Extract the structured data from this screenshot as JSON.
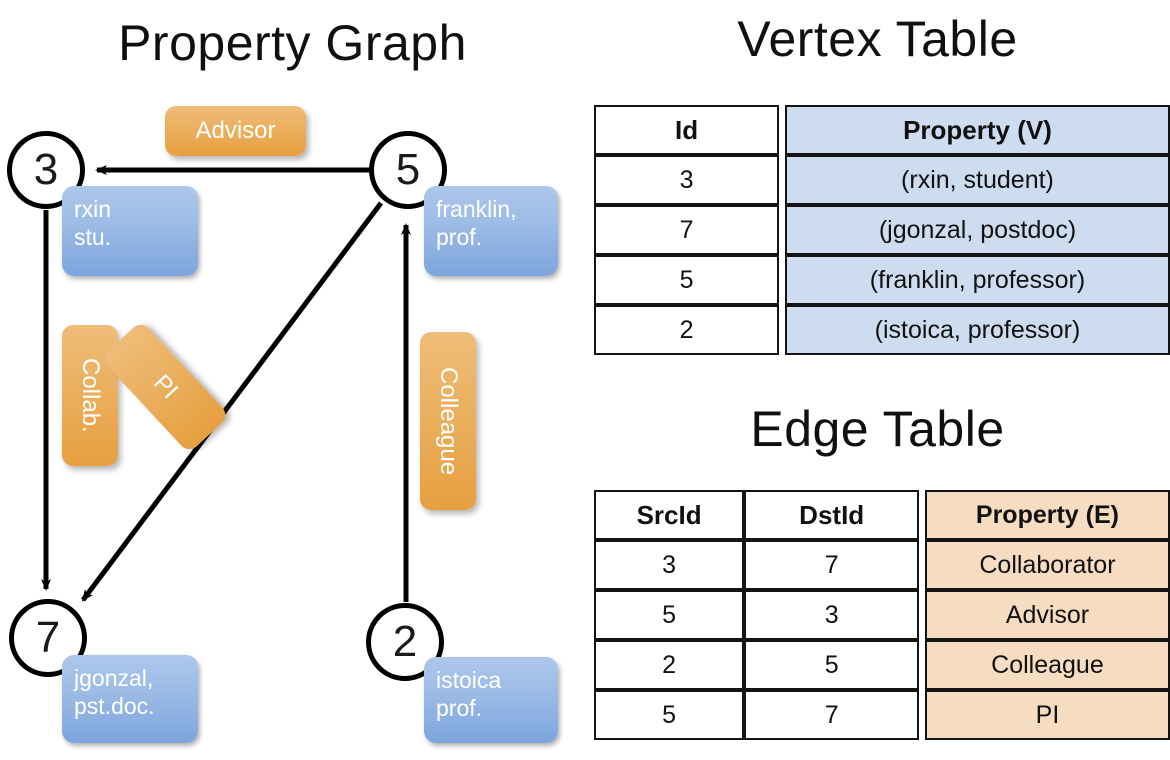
{
  "titles": {
    "property_graph": "Property Graph",
    "vertex_table": "Vertex Table",
    "edge_table": "Edge Table"
  },
  "graph": {
    "nodes": [
      {
        "id": "3",
        "label": "3",
        "property_lines": [
          "rxin",
          "stu."
        ]
      },
      {
        "id": "5",
        "label": "5",
        "property_lines": [
          "franklin,",
          "prof."
        ]
      },
      {
        "id": "7",
        "label": "7",
        "property_lines": [
          "jgonzal,",
          "pst.doc."
        ]
      },
      {
        "id": "2",
        "label": "2",
        "property_lines": [
          "istoica",
          "prof."
        ]
      }
    ],
    "edge_labels": [
      {
        "name": "advisor",
        "text": "Advisor"
      },
      {
        "name": "collab",
        "text": "Collab."
      },
      {
        "name": "pi",
        "text": "PI"
      },
      {
        "name": "colleague",
        "text": "Colleague"
      }
    ]
  },
  "vertex_table": {
    "headers": [
      "Id",
      "Property (V)"
    ],
    "rows": [
      {
        "id": "3",
        "property": "(rxin, student)"
      },
      {
        "id": "7",
        "property": "(jgonzal, postdoc)"
      },
      {
        "id": "5",
        "property": "(franklin, professor)"
      },
      {
        "id": "2",
        "property": "(istoica, professor)"
      }
    ]
  },
  "edge_table": {
    "headers": [
      "SrcId",
      "DstId",
      "Property (E)"
    ],
    "rows": [
      {
        "src": "3",
        "dst": "7",
        "property": "Collaborator"
      },
      {
        "src": "5",
        "dst": "3",
        "property": "Advisor"
      },
      {
        "src": "2",
        "dst": "5",
        "property": "Colleague"
      },
      {
        "src": "5",
        "dst": "7",
        "property": "PI"
      }
    ]
  },
  "colors": {
    "vertex_property_fill": "#cedcf0",
    "edge_property_fill": "#f6dcc1",
    "node_box_blue": "#7da5dd",
    "edge_label_orange": "#e79f40"
  }
}
